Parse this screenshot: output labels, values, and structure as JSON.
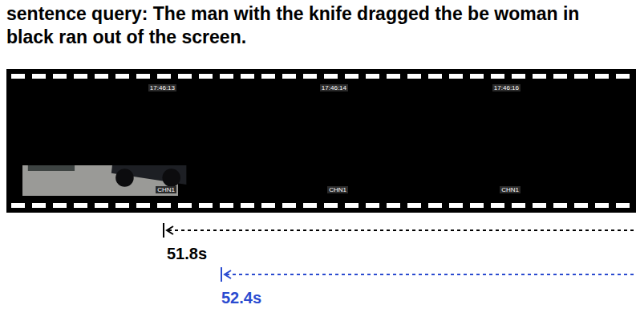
{
  "diagram": {
    "title": "sentence query: The man with the knife dragged the be woman in black ran out of the screen.",
    "labels": [
      "17:46:13",
      "17:46:14",
      "17:46:16",
      "CHN1",
      "CHN1",
      "CHN1",
      "51.8s",
      "52.4s"
    ]
  }
}
